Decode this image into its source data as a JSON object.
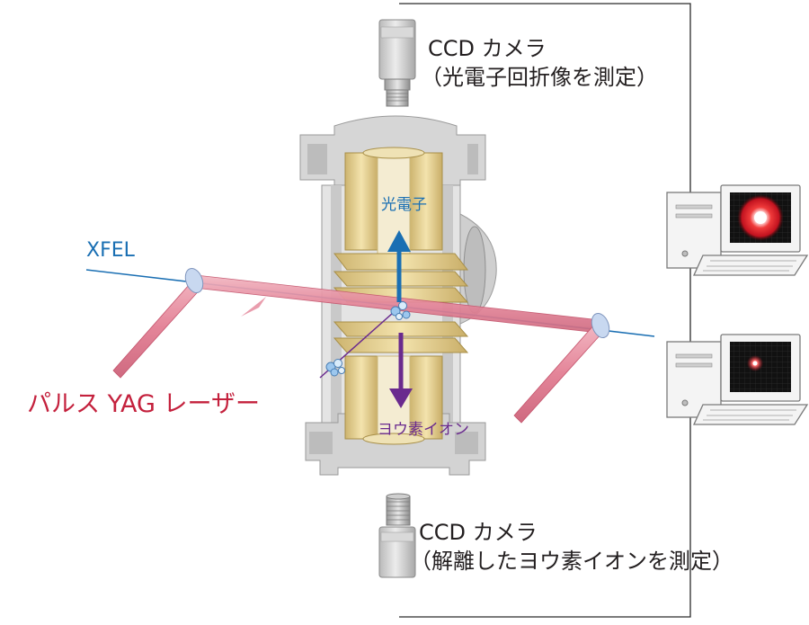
{
  "labels": {
    "ccd_top_title": "CCD カメラ",
    "ccd_top_sub": "（光電子回折像を測定）",
    "ccd_bottom_title": "CCD カメラ",
    "ccd_bottom_sub": "（解離したヨウ素イオンを測定）",
    "xfel": "XFEL",
    "laser": "パルス YAG レーザー",
    "photoelectron": "光電子",
    "iodine_ion": "ヨウ素イオン"
  },
  "colors": {
    "xfel_beam": "#1a6fb3",
    "laser_beam": "#e8899c",
    "electron_arrow": "#1a6fb3",
    "ion_arrow": "#6a2a8e",
    "brass_plates": "#e3cf92",
    "chamber_gray": "#d3d3d3",
    "screen_red": "#e21b2a"
  },
  "icons": [
    "ccd-camera-icon",
    "computer-icon",
    "vacuum-chamber-icon",
    "molecule-icon"
  ]
}
